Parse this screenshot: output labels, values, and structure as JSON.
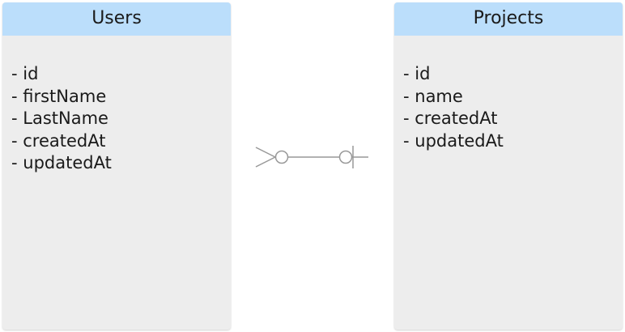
{
  "entities": [
    {
      "title": "Users",
      "attributes": [
        "- id",
        "- firstName",
        "- LastName",
        "- createdAt",
        "- updatedAt"
      ]
    },
    {
      "title": "Projects",
      "attributes": [
        "- id",
        "- name",
        "- createdAt",
        "- updatedAt"
      ]
    }
  ],
  "relationship": {
    "from_entity": "Users",
    "to_entity": "Projects",
    "from_cardinality": "zero-or-many",
    "to_cardinality": "zero-or-one",
    "line_color": "#999999"
  },
  "colors": {
    "header_background": "#bbdefb",
    "body_background": "#ededed",
    "text": "#1a1a1a"
  }
}
